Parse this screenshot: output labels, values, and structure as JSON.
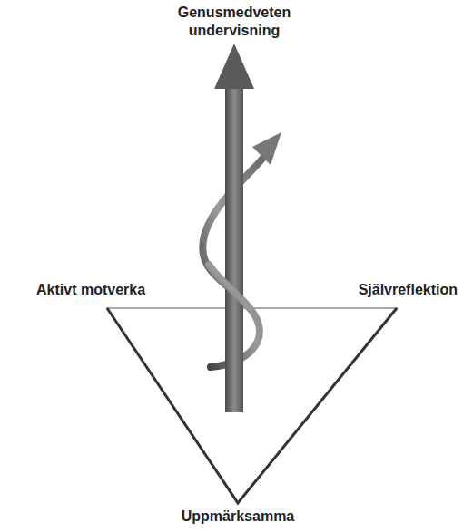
{
  "diagram": {
    "labels": [
      "Genusmedveten undervisning",
      "Aktivt motverka",
      "Självreflektion",
      "Uppmärksamma"
    ]
  }
}
